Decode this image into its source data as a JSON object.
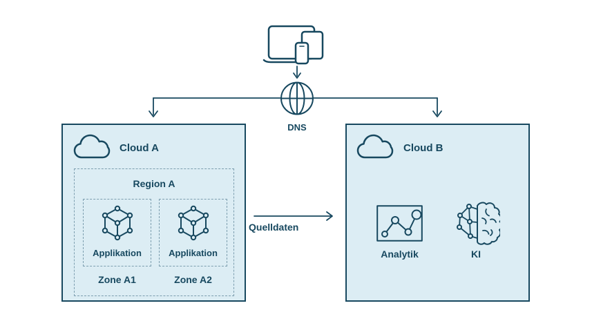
{
  "colors": {
    "stroke": "#17485f",
    "box_fill": "#dcedf4",
    "dashed_border": "#7b9dae",
    "canvas_bg": "#ffffff"
  },
  "icons": {
    "top": "client-devices-icon (laptop, tablet, smartphone)",
    "network": "globe-icon",
    "cloud_box_header": "cloud-icon",
    "application": "cube-nodes-icon",
    "analytics": "line-chart-icon",
    "ai": "brain-network-icon"
  },
  "network": {
    "dns_label": "DNS"
  },
  "flow": {
    "arrow_label": "Quelldaten"
  },
  "cloud_a": {
    "title": "Cloud A",
    "region": {
      "title": "Region A",
      "zones": [
        {
          "app_label": "Applikation",
          "zone_label": "Zone A1"
        },
        {
          "app_label": "Applikation",
          "zone_label": "Zone A2"
        }
      ]
    }
  },
  "cloud_b": {
    "title": "Cloud B",
    "services": [
      {
        "label": "Analytik"
      },
      {
        "label": "KI"
      }
    ]
  }
}
